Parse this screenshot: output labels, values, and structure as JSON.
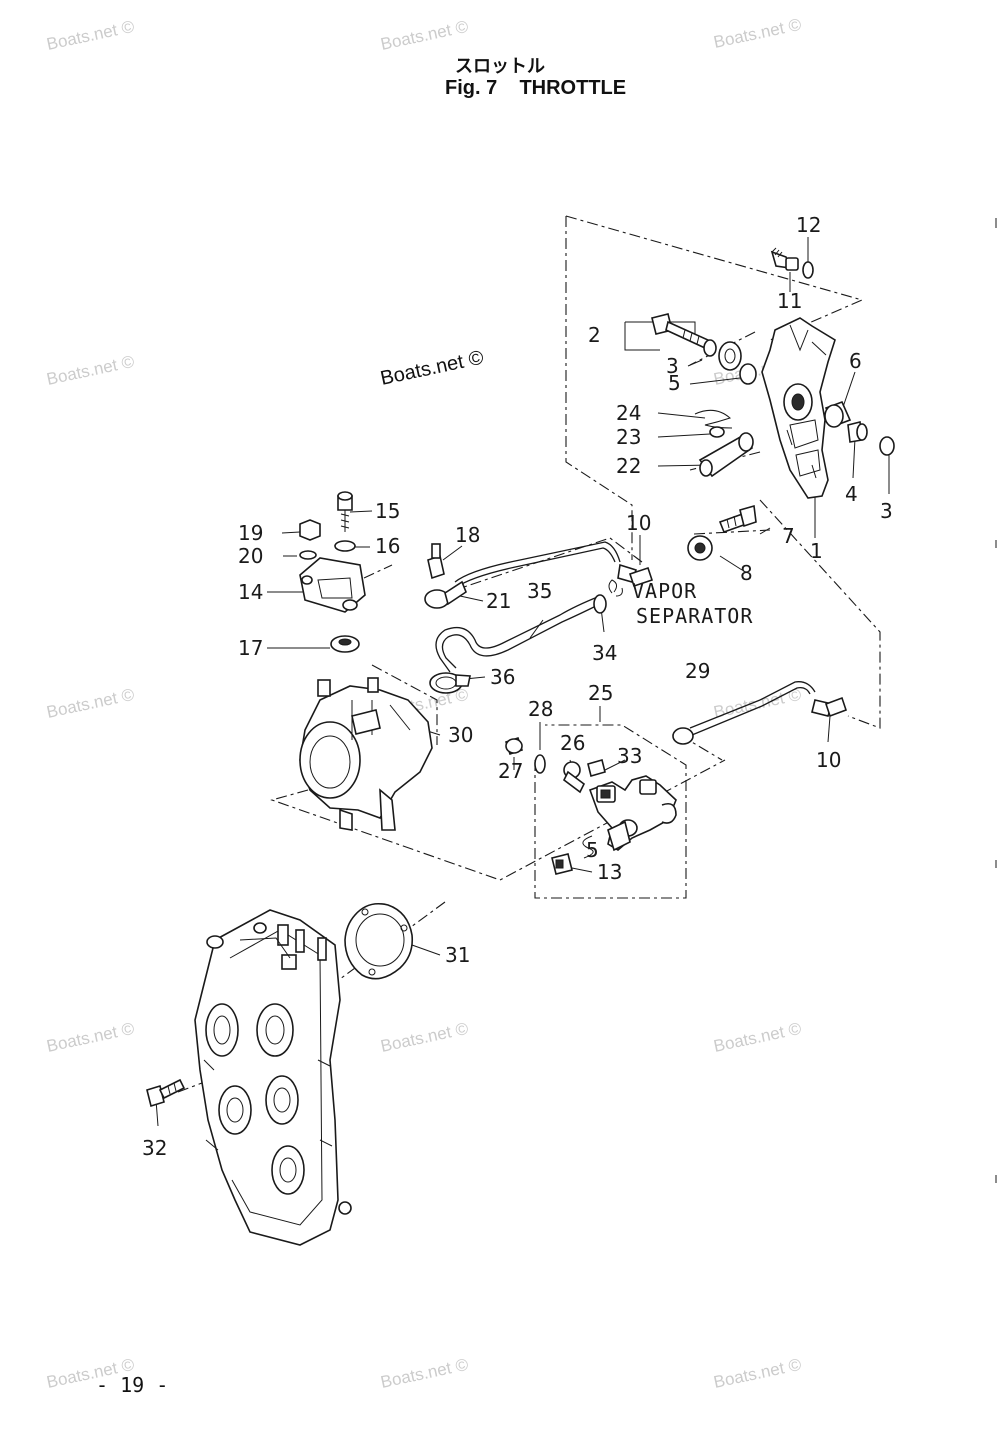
{
  "header": {
    "title_jp": "スロットル",
    "title_en": "Fig. 7    THROTTLE"
  },
  "watermark": "Boats.net ©",
  "page_number": "- 19 -",
  "annotations": {
    "vapor": "VAPOR",
    "separator": "SEPARATOR"
  },
  "callouts": [
    {
      "id": "c1",
      "label": "1"
    },
    {
      "id": "c2",
      "label": "2"
    },
    {
      "id": "c3a",
      "label": "3"
    },
    {
      "id": "c3b",
      "label": "3"
    },
    {
      "id": "c4",
      "label": "4"
    },
    {
      "id": "c5a",
      "label": "5"
    },
    {
      "id": "c5b",
      "label": "5"
    },
    {
      "id": "c6",
      "label": "6"
    },
    {
      "id": "c7",
      "label": "7"
    },
    {
      "id": "c8",
      "label": "8"
    },
    {
      "id": "c10a",
      "label": "10"
    },
    {
      "id": "c10b",
      "label": "10"
    },
    {
      "id": "c11",
      "label": "11"
    },
    {
      "id": "c12",
      "label": "12"
    },
    {
      "id": "c13",
      "label": "13"
    },
    {
      "id": "c14",
      "label": "14"
    },
    {
      "id": "c15",
      "label": "15"
    },
    {
      "id": "c16",
      "label": "16"
    },
    {
      "id": "c17",
      "label": "17"
    },
    {
      "id": "c18",
      "label": "18"
    },
    {
      "id": "c19",
      "label": "19"
    },
    {
      "id": "c20",
      "label": "20"
    },
    {
      "id": "c21",
      "label": "21"
    },
    {
      "id": "c22",
      "label": "22"
    },
    {
      "id": "c23",
      "label": "23"
    },
    {
      "id": "c24",
      "label": "24"
    },
    {
      "id": "c25",
      "label": "25"
    },
    {
      "id": "c26",
      "label": "26"
    },
    {
      "id": "c27",
      "label": "27"
    },
    {
      "id": "c28",
      "label": "28"
    },
    {
      "id": "c29",
      "label": "29"
    },
    {
      "id": "c30",
      "label": "30"
    },
    {
      "id": "c31",
      "label": "31"
    },
    {
      "id": "c32",
      "label": "32"
    },
    {
      "id": "c33",
      "label": "33"
    },
    {
      "id": "c34",
      "label": "34"
    },
    {
      "id": "c35",
      "label": "35"
    },
    {
      "id": "c36",
      "label": "36"
    }
  ]
}
